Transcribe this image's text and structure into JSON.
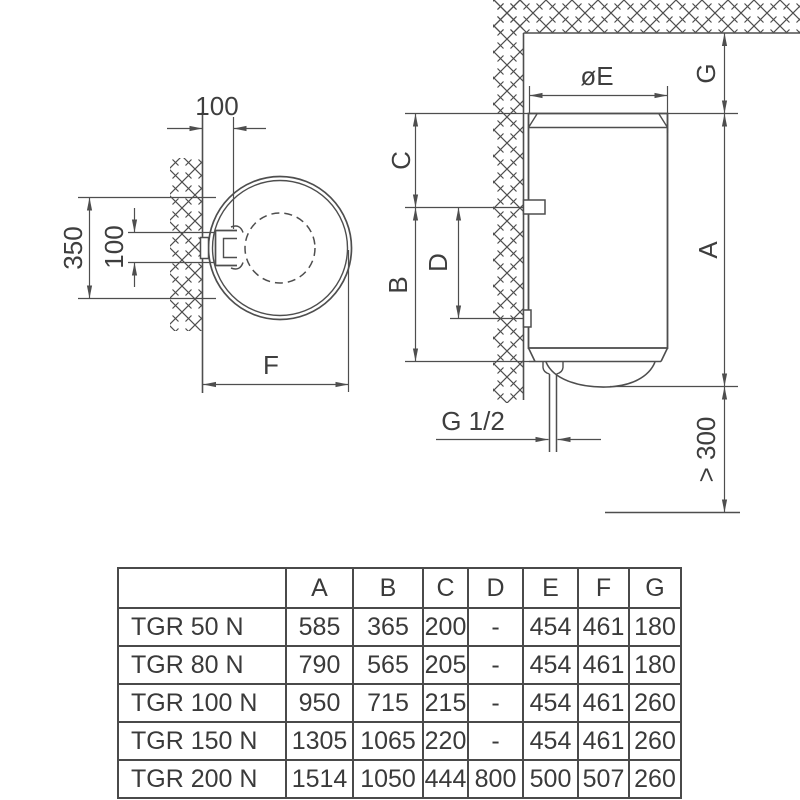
{
  "colors": {
    "line": "#4e4e4e",
    "text": "#3e3e3e",
    "background": "#ffffff"
  },
  "left_view": {
    "dim_wall_to_hook": "100",
    "dim_mount_span": "350",
    "dim_hook_spacing": "100",
    "dim_depth": "F"
  },
  "right_view": {
    "dim_diameter": "øE",
    "dim_ceiling_clearance": "G",
    "dim_top_to_bracket": "C",
    "dim_bracket_to_bottom": "B",
    "dim_bracket_spacing": "D",
    "dim_total_height": "A",
    "dim_pipe_thread": "G 1/2",
    "dim_floor_clearance": "> 300"
  },
  "table": {
    "headers": [
      "",
      "A",
      "B",
      "C",
      "D",
      "E",
      "F",
      "G"
    ],
    "rows": [
      {
        "model": "TGR 50 N",
        "values": [
          "585",
          "365",
          "200",
          "-",
          "454",
          "461",
          "180"
        ]
      },
      {
        "model": "TGR 80 N",
        "values": [
          "790",
          "565",
          "205",
          "-",
          "454",
          "461",
          "180"
        ]
      },
      {
        "model": "TGR 100 N",
        "values": [
          "950",
          "715",
          "215",
          "-",
          "454",
          "461",
          "260"
        ]
      },
      {
        "model": "TGR 150 N",
        "values": [
          "1305",
          "1065",
          "220",
          "-",
          "454",
          "461",
          "260"
        ]
      },
      {
        "model": "TGR 200 N",
        "values": [
          "1514",
          "1050",
          "444",
          "800",
          "500",
          "507",
          "260"
        ]
      }
    ]
  }
}
